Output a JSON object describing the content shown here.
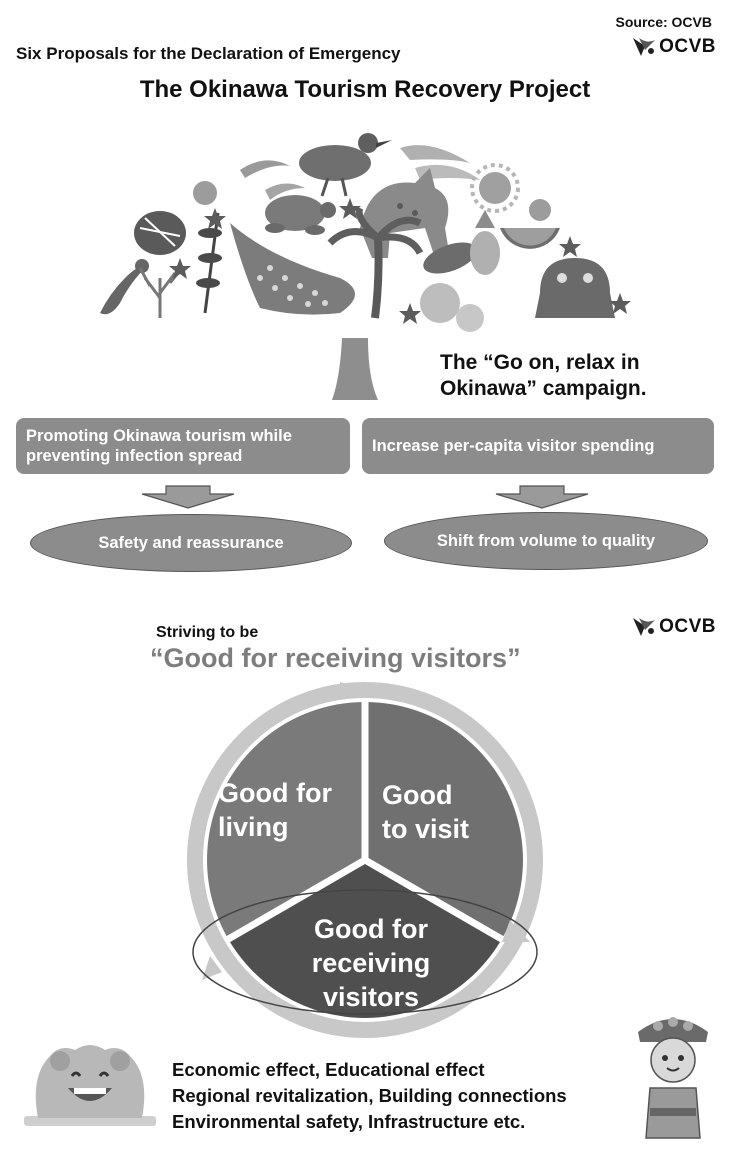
{
  "source": "Source: OCVB",
  "logo_text": "OCVB",
  "subtitle": "Six Proposals for the Declaration of Emergency",
  "title": "The Okinawa Tourism Recovery Project",
  "campaign": {
    "line1": "The “Go on, relax in",
    "line2": "Okinawa” campaign."
  },
  "left_box": {
    "line1": "Promoting Okinawa tourism while",
    "line2": "preventing infection spread"
  },
  "right_box": "Increase per-capita visitor spending",
  "left_ellipse": "Safety and reassurance",
  "right_ellipse": "Shift from volume to quality",
  "striving": "Striving to be",
  "goal_quote": "“Good for receiving visitors”",
  "segments": {
    "living": [
      "Good for",
      "living"
    ],
    "visit": [
      "Good",
      "to visit"
    ],
    "receiving": [
      "Good for",
      "receiving",
      "visitors"
    ]
  },
  "effects": [
    "Economic effect, Educational effect",
    "Regional revitalization, Building connections",
    "Environmental safety, Infrastructure etc."
  ],
  "colors": {
    "box_gray": "#8c8c8c",
    "segment_light": "#7a7a7a",
    "segment_dark": "#555555",
    "ring_gray": "#c8c8c8"
  },
  "icons": [
    "ocvb-logo-icon",
    "bird-icon",
    "cat-icon",
    "turtle-icon",
    "whale-shark-icon",
    "palm-tree-icon",
    "pineapple-icon",
    "watermelon-icon",
    "sun-icon",
    "gecko-icon",
    "coral-icon",
    "shisa-icon",
    "star-icon",
    "tree-trunk-icon",
    "down-arrow-icon",
    "shisa-mascot-icon",
    "okinawan-girl-icon"
  ]
}
